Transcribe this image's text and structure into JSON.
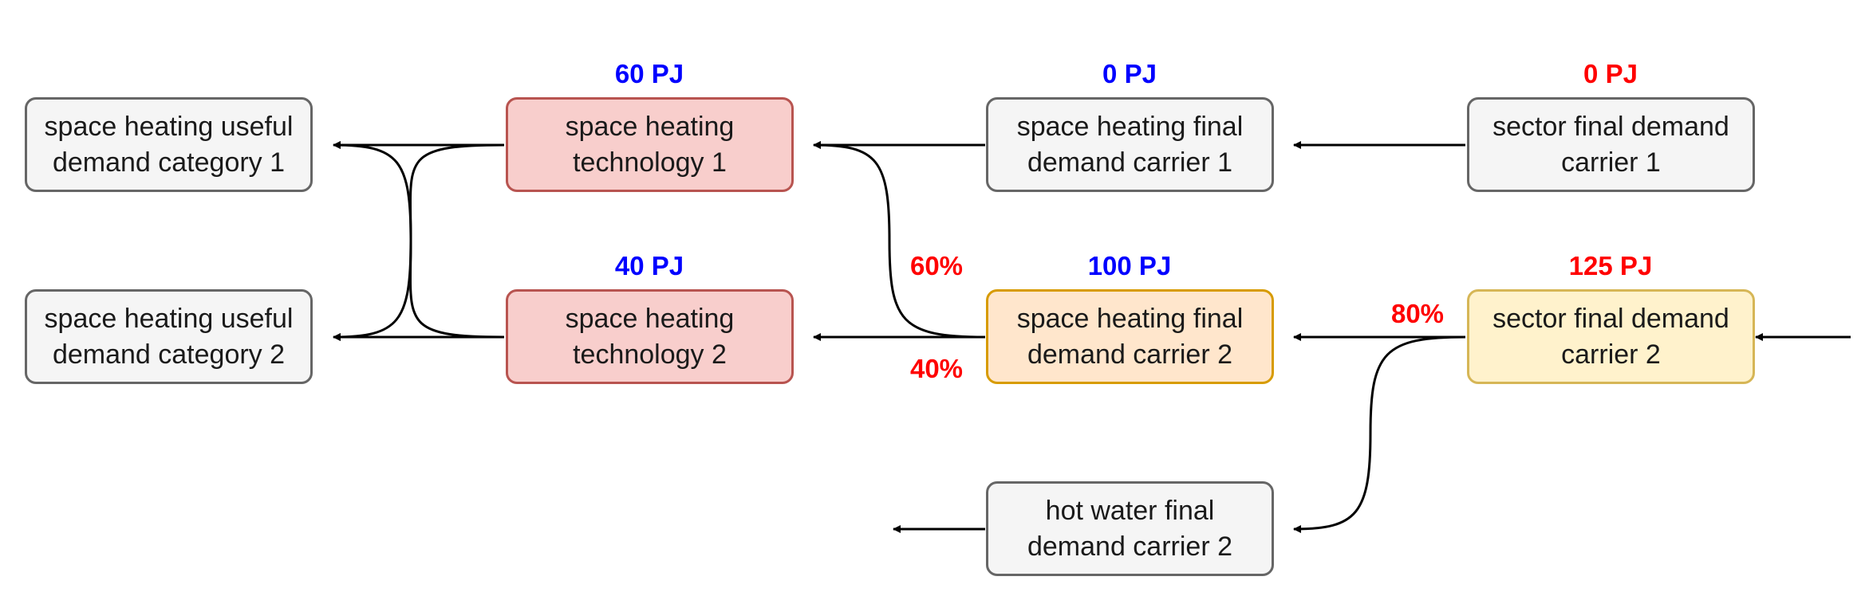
{
  "nodes": {
    "useful_1": "space heating useful demand category 1",
    "useful_2": "space heating useful demand category 2",
    "tech_1": "space heating technology 1",
    "tech_2": "space heating technology 2",
    "final_carrier_1": "space heating final demand carrier 1",
    "final_carrier_2": "space heating final demand carrier 2",
    "sector_carrier_1": "sector final demand carrier 1",
    "sector_carrier_2": "sector final demand carrier 2",
    "hot_water_carrier_2": "hot water final demand carrier 2"
  },
  "labels": {
    "tech_1_pj": "60 PJ",
    "tech_2_pj": "40 PJ",
    "final_carrier_1_pj": "0 PJ",
    "final_carrier_2_pj": "100 PJ",
    "sector_carrier_1_pj": "0 PJ",
    "sector_carrier_2_pj": "125 PJ",
    "share_tech_1": "60%",
    "share_tech_2": "40%",
    "share_space_heating": "80%"
  },
  "colors": {
    "blue_label": "#0000ff",
    "red_label": "#ff0000",
    "grey_fill": "#f5f5f5",
    "red_fill": "#f8cecc",
    "orange_fill": "#ffe6cc",
    "yellow_fill": "#fff2cc"
  }
}
